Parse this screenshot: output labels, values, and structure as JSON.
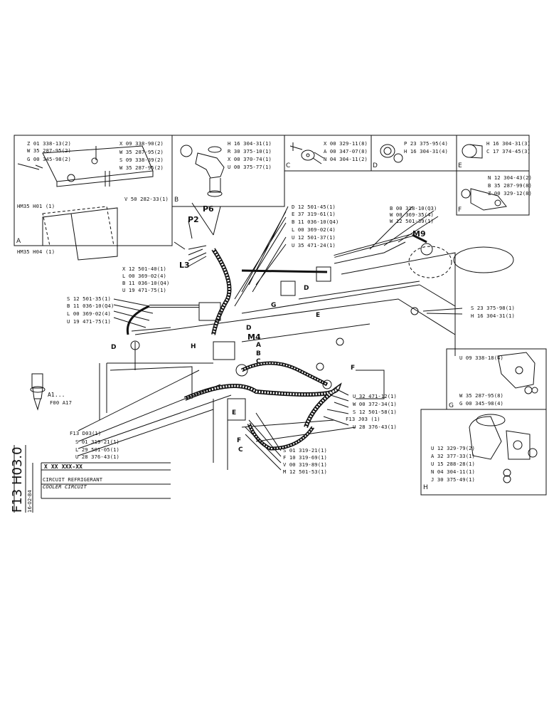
{
  "sheet": {
    "code_vertical": "F13  H03.0",
    "ref": "X XX XXX-XX",
    "date": "16-02-84",
    "title_fr": "CIRCUIT REFRIGERANT",
    "title_en": "COOLER CIRCUIT"
  },
  "inset_A": {
    "letter": "A",
    "labels": [
      "Z 01 338-13(2)",
      "W 35 287-95(2)",
      "G 00 345-98(2)",
      "X 09 338-90(2)",
      "S 09 338-39(2)",
      "W 35 287-95(2)",
      "W 35 287-95(2)",
      "V 50 282-33(1)",
      "HM35 H01 (1)",
      "HM35 H04 (1)"
    ]
  },
  "inset_B": {
    "letter": "B",
    "labels": [
      "H 16 304-31(1)",
      "R 30 375-10(1)",
      "X 00 370-74(1)",
      "U 00 375-77(1)"
    ]
  },
  "inset_C": {
    "letter": "C",
    "labels": [
      "X 00 329-11(8)",
      "A 00 347-07(8)",
      "N 04 304-11(2)"
    ]
  },
  "inset_D": {
    "letter": "D",
    "labels": [
      "P 23 375-95(4)",
      "H 16 304-31(4)"
    ]
  },
  "inset_E": {
    "letter": "E",
    "labels": [
      "H 16 304-31(3)",
      "C 17 374-45(3)"
    ]
  },
  "inset_F": {
    "letter": "F",
    "labels": [
      "N 12 304-43(2)",
      "B 35 287-99(8)",
      "Z 00 329-12(8)"
    ]
  },
  "inset_G": {
    "letter": "G",
    "labels": [
      "U 09 338-18(4)",
      "W 35 287-95(8)",
      "G 00 345-98(4)"
    ]
  },
  "inset_H": {
    "letter": "H",
    "labels": [
      "U 12 329-79(2)",
      "A 32 377-33(1)",
      "U 15 288-28(1)",
      "N 04 304-11(1)",
      "J 30 375-49(1)"
    ]
  },
  "callouts_top_right": [
    "B 00 318-10(Q3)",
    "W 00 369-35(4)",
    "W 12 501-39(1)"
  ],
  "callouts_center_top": [
    "D 12 501-45(1)",
    "E 37 319-61(1)",
    "B 11 036-10(Q4)",
    "L 00 369-02(4)",
    "U 12 501-37(1)",
    "U 35 471-24(1)"
  ],
  "callouts_left_upper": [
    "X 12 501-40(1)",
    "L 00 369-02(4)",
    "B 11 036-10(Q4)",
    "U 19 471-75(1)"
  ],
  "callouts_left_mid": [
    "S 12 501-35(1)",
    "B 11 036-10(Q4)",
    "L 00 369-02(4)",
    "U 19 471-75(1)"
  ],
  "callouts_right_mid": [
    "S 23 375-98(1)",
    "H 16 304-31(1)"
  ],
  "callouts_right_lower": [
    "U 32 471-12(1)",
    "W 00 372-34(1)",
    "S 12 501-58(1)",
    "F13  J03 (1)",
    "U 28 376-43(1)"
  ],
  "callouts_bottom_left": [
    "F13  D03(1)",
    "S 01 319-21(1)",
    "L 29 501-05(1)",
    "U 28 376-43(1)"
  ],
  "callouts_bottom_center": [
    "S 01 319-21(1)",
    "F 10 319-69(1)",
    "V 00 319-89(1)",
    "M 12 501-53(1)"
  ],
  "component_label": [
    "A1...",
    "F00  A17"
  ],
  "markers": [
    "P6",
    "P2",
    "L3",
    "M9",
    "M4",
    "A",
    "B",
    "C",
    "D",
    "D",
    "D",
    "E",
    "E",
    "F",
    "F",
    "C",
    "G",
    "H"
  ]
}
